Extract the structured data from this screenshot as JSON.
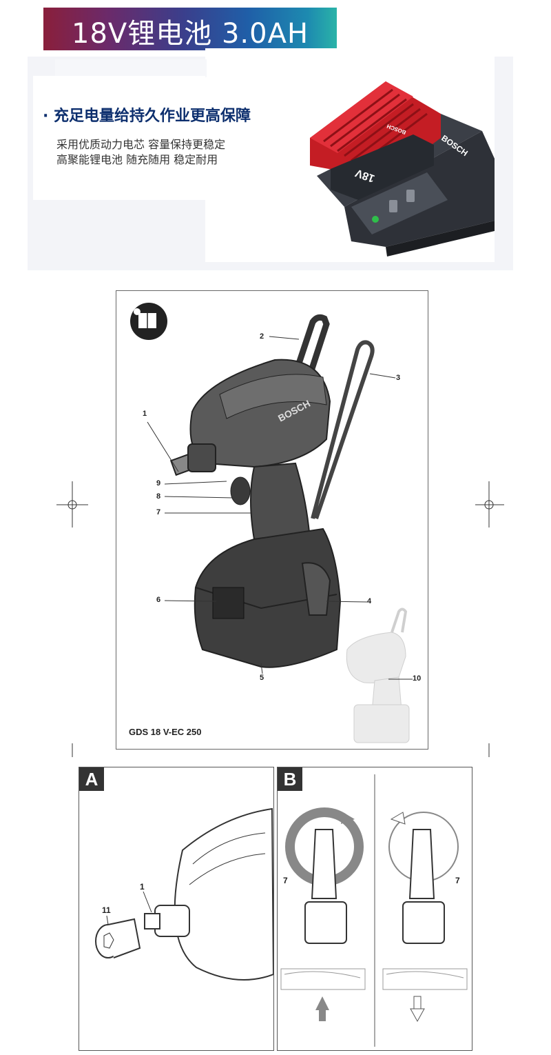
{
  "banner": {
    "title": "18V锂电池 3.0AH"
  },
  "promo": {
    "heading": "· 充足电量给持久作业更高保障",
    "lines": [
      "采用优质动力电芯 容量保持更稳定",
      "高聚能锂电池 随充随用 稳定耐用"
    ],
    "battery_brand": "BOSCH",
    "battery_voltage": "18V",
    "charger_brand": "BOSCH"
  },
  "manual": {
    "model": "GDS 18 V-EC 250",
    "tool_brand": "BOSCH",
    "callouts": [
      "1",
      "2",
      "3",
      "4",
      "5",
      "6",
      "7",
      "8",
      "9",
      "10"
    ],
    "fig_a": {
      "letter": "A",
      "callouts": [
        "1",
        "11"
      ]
    },
    "fig_b": {
      "letter": "B",
      "callouts": [
        "7",
        "7"
      ]
    }
  },
  "colors": {
    "banner_start": "#8a1f3b",
    "banner_end": "#2ab3a8",
    "heading": "#0d2f6e",
    "battery_red": "#d8232a"
  }
}
